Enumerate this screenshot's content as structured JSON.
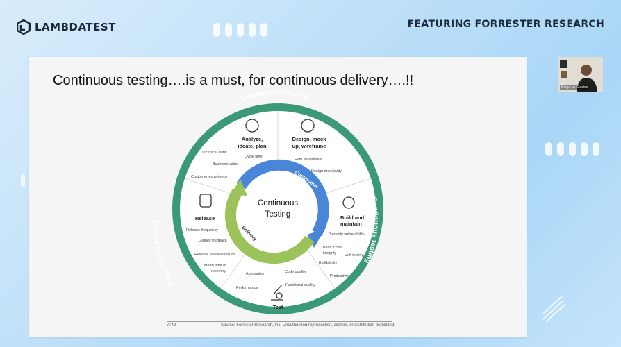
{
  "header": {
    "brand": "LAMBDATEST",
    "featuring": "FEATURING FORRESTER RESEARCH"
  },
  "slide": {
    "title": "Continuous testing….is a must, for continuous delivery….!!",
    "footer_num": "7742",
    "footer_source": "Source: Forrester Research, Inc. Unauthorized reproduction, citation, or distribution prohibited."
  },
  "diagram": {
    "ring_top": "Continuous testing",
    "ring_left": "Continuous testing",
    "ring_right": "Continuous testing",
    "center_line1": "Continuous",
    "center_line2": "Testing",
    "arrow_continuous": "Continuous",
    "arrow_delivery": "Delivery",
    "segments": {
      "analyze": {
        "title1": "Analyze,",
        "title2": "ideate, plan",
        "items": [
          "Technical debt",
          "Cycle time",
          "Business value",
          "Customer experience"
        ]
      },
      "design": {
        "title1": "Design, mock",
        "title2": "up, wireframe",
        "items": [
          "User experience",
          "Design modularity"
        ]
      },
      "build": {
        "title1": "Build and",
        "title2": "maintain",
        "items": [
          "Security vulnerability",
          "Basic code",
          "integrity",
          "Unit testing",
          "Buildability",
          "Productivity"
        ]
      },
      "test": {
        "title": "Test",
        "items": [
          "Automation",
          "Code quality",
          "Performance",
          "Functional quality"
        ]
      },
      "release": {
        "title": "Release",
        "items": [
          "Release frequency",
          "Gather feedback",
          "Release success/failure",
          "Mean time to",
          "recovery"
        ]
      }
    }
  },
  "presenter": {
    "name": "Diego Lo Giudice"
  },
  "colors": {
    "ring": "#3a9a77",
    "arrow_blue": "#4a86d8",
    "arrow_green": "#9cc35a"
  }
}
